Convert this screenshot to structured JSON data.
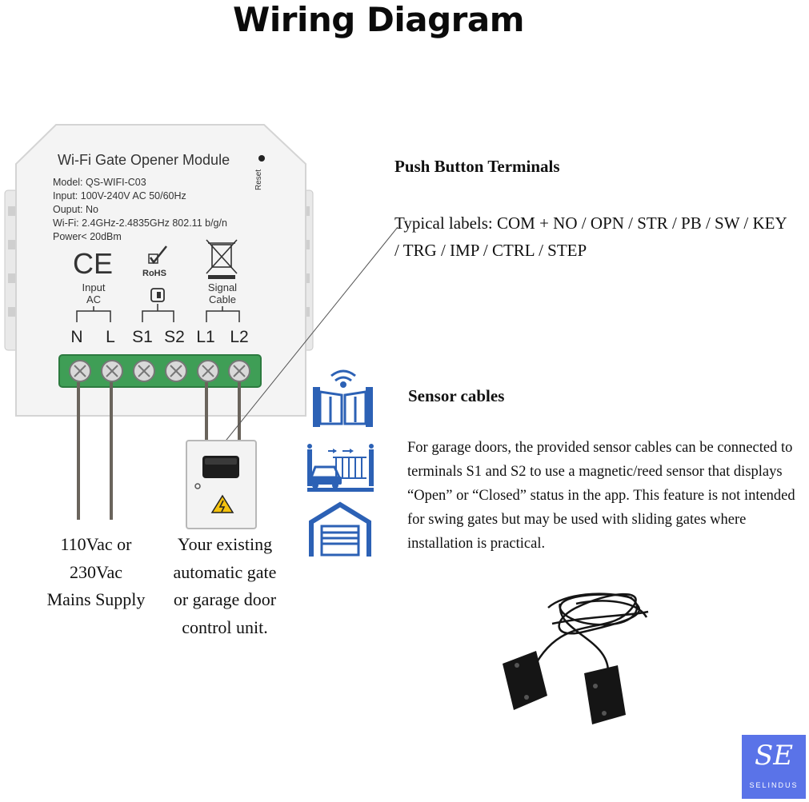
{
  "title": "Wiring Diagram",
  "module": {
    "name": "Wi-Fi Gate Opener Module",
    "reset_label": "Reset",
    "specs": [
      "Model: QS-WIFI-C03",
      "Input: 100V-240V AC 50/60Hz",
      "Ouput: No",
      "Wi-Fi: 2.4GHz-2.4835GHz 802.11 b/g/n",
      "Power< 20dBm"
    ],
    "ce_mark": "CE",
    "rohs_mark": "RoHS",
    "input_group": [
      "Input",
      "AC"
    ],
    "signal_group": [
      "Signal",
      "Cable"
    ],
    "terminals": [
      "N",
      "L",
      "S1",
      "S2",
      "L1",
      "L2"
    ]
  },
  "push_button": {
    "heading": "Push Button Terminals",
    "text": "Typical labels: COM + NO / OPN / STR / PB / SW / KEY / TRG / IMP / CTRL / STEP"
  },
  "sensor": {
    "heading": "Sensor cables",
    "text": "For garage doors, the provided sensor cables can be connected to terminals S1 and S2 to use a magnetic/reed sensor that displays “Open” or “Closed” status in the app. This feature is not intended for swing gates but may be used with sliding gates where installation is practical."
  },
  "captions": {
    "mains": [
      "110Vac or",
      "230Vac",
      "Mains Supply"
    ],
    "control": [
      "Your existing",
      "automatic gate",
      "or garage door",
      "control unit."
    ]
  },
  "logo": {
    "monogram": "SE",
    "name": "SELINDUS"
  },
  "colors": {
    "terminal_block": "#3f9e56",
    "icon_blue": "#2c61b5",
    "logo_bg": "#5a73e8"
  },
  "icons": [
    "wifi-swing-gate-icon",
    "sliding-gate-car-icon",
    "garage-door-icon",
    "warning-icon"
  ]
}
